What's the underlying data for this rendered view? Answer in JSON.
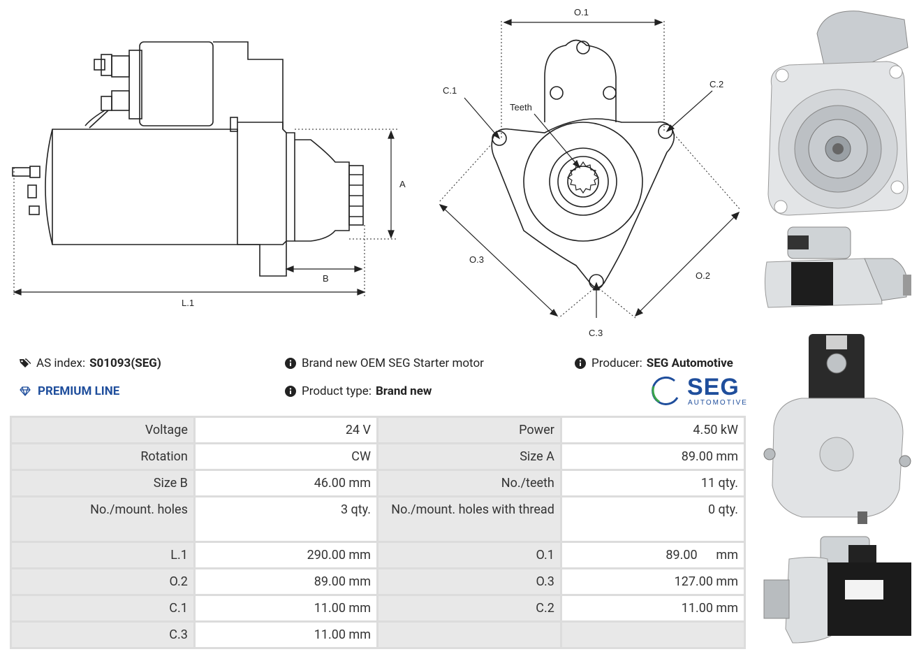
{
  "drawing_left": {
    "label_a": "A",
    "label_b": "B",
    "label_l1": "L.1"
  },
  "drawing_mid": {
    "label_o1": "O.1",
    "label_o2": "O.2",
    "label_o3": "O.3",
    "label_c1": "C.1",
    "label_c2": "C.2",
    "label_c3": "C.3",
    "label_teeth": "Teeth"
  },
  "info": {
    "as_index_label": "AS index:",
    "as_index_value": "S01093(SEG)",
    "description": "Brand new OEM SEG Starter motor",
    "producer_label": "Producer:",
    "producer_value": "SEG Automotive",
    "premium_line": "PREMIUM LINE",
    "product_type_label": "Product type:",
    "product_type_value": "Brand new"
  },
  "logo": {
    "brand": "SEG",
    "sub": "AUTOMOTIVE"
  },
  "specs": [
    [
      "Voltage",
      "24 V",
      "Power",
      "4.50 kW"
    ],
    [
      "Rotation",
      "CW",
      "Size A",
      "89.00 mm"
    ],
    [
      "Size B",
      "46.00 mm",
      "No./teeth",
      "11 qty."
    ],
    [
      "No./mount. holes",
      "3 qty.",
      "No./mount. holes with thread",
      "0 qty."
    ],
    [
      "L.1",
      "290.00 mm",
      "O.1",
      "89.00      mm"
    ],
    [
      "O.2",
      "89.00 mm",
      "O.3",
      "127.00 mm"
    ],
    [
      "C.1",
      "11.00 mm",
      "C.2",
      "11.00 mm"
    ],
    [
      "C.3",
      "11.00 mm",
      "",
      ""
    ]
  ],
  "colors": {
    "premium": "#1f4e9c",
    "logo_blue": "#1f4e9c",
    "logo_green": "#3aa44a"
  },
  "icons": [
    "tags-icon",
    "info-icon",
    "diamond-icon"
  ]
}
